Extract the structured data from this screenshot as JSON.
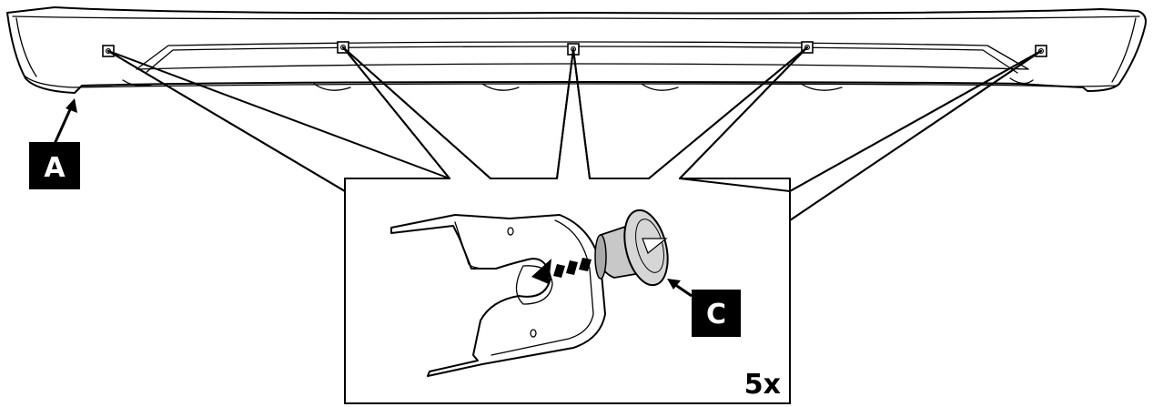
{
  "callouts": {
    "a": "A",
    "c": "C"
  },
  "quantity": "5x",
  "colors": {
    "line": "#000000",
    "label_bg": "#000000",
    "label_text": "#ffffff",
    "clip_fill": "#c8c8c8",
    "clip_dark": "#8c8c8c",
    "part_fill": "#ffffff",
    "part_shadow": "#e6e6e6"
  },
  "clip_count": 5
}
